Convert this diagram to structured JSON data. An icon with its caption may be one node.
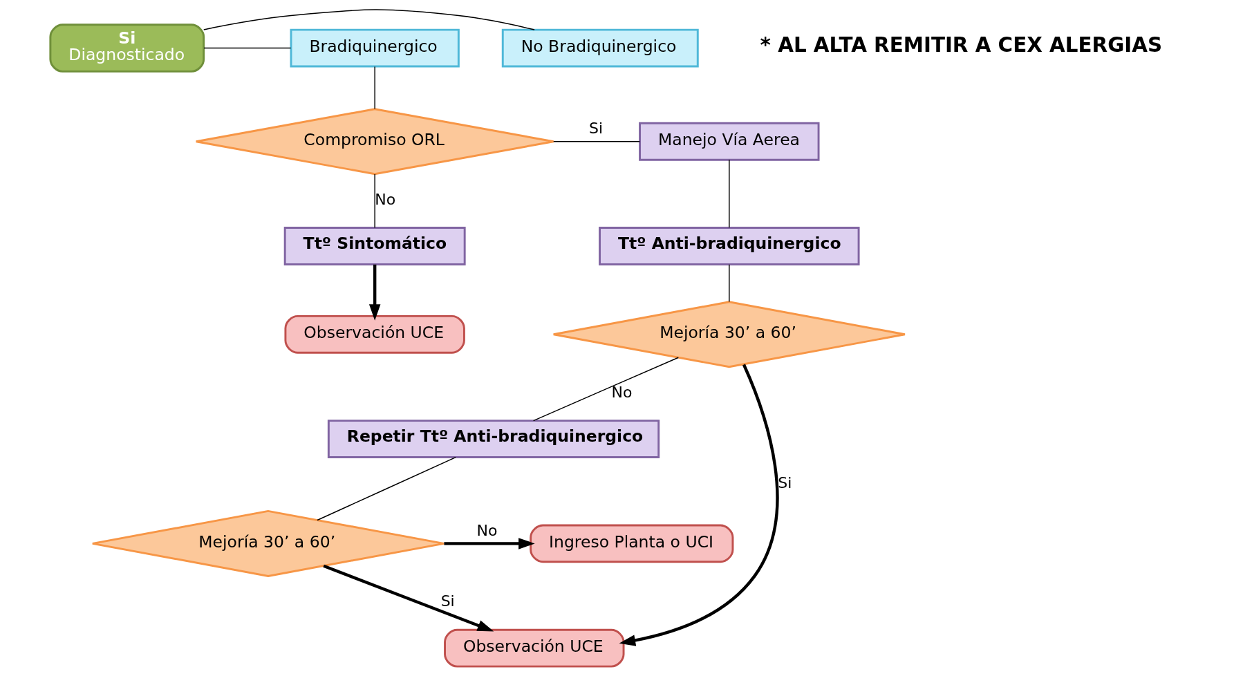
{
  "diagram": {
    "nodes": [
      {
        "text": [
          "No Bradiquinergico"
        ]
      },
      {
        "text": [
          "Si",
          "Diagnosticado"
        ]
      },
      {
        "text": [
          "Bradiquinergico"
        ]
      },
      {
        "text": [
          "Manejo Vía Aerea"
        ]
      },
      {
        "text": [
          "Compromiso ORL"
        ]
      },
      {
        "text": [
          "Ttº Anti-bradiquinergico"
        ]
      },
      {
        "text": [
          "Ttº Sintomático"
        ]
      },
      {
        "text": [
          "Mejoría 30’ a 60’"
        ]
      },
      {
        "text": [
          "Observación UCE"
        ]
      },
      {
        "text": [
          "Repetir Ttº Anti-bradiquinergico"
        ]
      },
      {
        "text": [
          "Observación UCE"
        ]
      },
      {
        "text": [
          "Mejoría 30’ a 60’"
        ]
      },
      {
        "text": [
          "Ingreso Planta o UCI"
        ]
      }
    ],
    "edges": [
      {
        "from": 1,
        "to": 0,
        "arrow": "none"
      },
      {
        "from": 1,
        "to": 2,
        "arrow": "none"
      },
      {
        "from": 2,
        "to": 4,
        "arrow": "none"
      },
      {
        "from": 4,
        "to": 3,
        "arrow": "none",
        "label": "Si"
      },
      {
        "from": 4,
        "to": 6,
        "arrow": "none",
        "label": "No"
      },
      {
        "from": 3,
        "to": 5,
        "arrow": "none"
      },
      {
        "from": 5,
        "to": 7,
        "arrow": "none"
      },
      {
        "from": 7,
        "to": 10,
        "arrow": "to",
        "label": "Si",
        "style": "thick"
      },
      {
        "from": 7,
        "to": 9,
        "arrow": "none",
        "label": "No"
      },
      {
        "from": 6,
        "to": 8,
        "arrow": "to",
        "style": "thick"
      },
      {
        "from": 9,
        "to": 11,
        "arrow": "none"
      },
      {
        "from": 11,
        "to": 10,
        "arrow": "to",
        "label": "Si",
        "style": "thick"
      },
      {
        "from": 11,
        "to": 12,
        "arrow": "to",
        "label": "No",
        "style": "thick"
      }
    ],
    "labels": [
      "* AL ALTA REMITIR A CEX ALERGIAS"
    ]
  }
}
